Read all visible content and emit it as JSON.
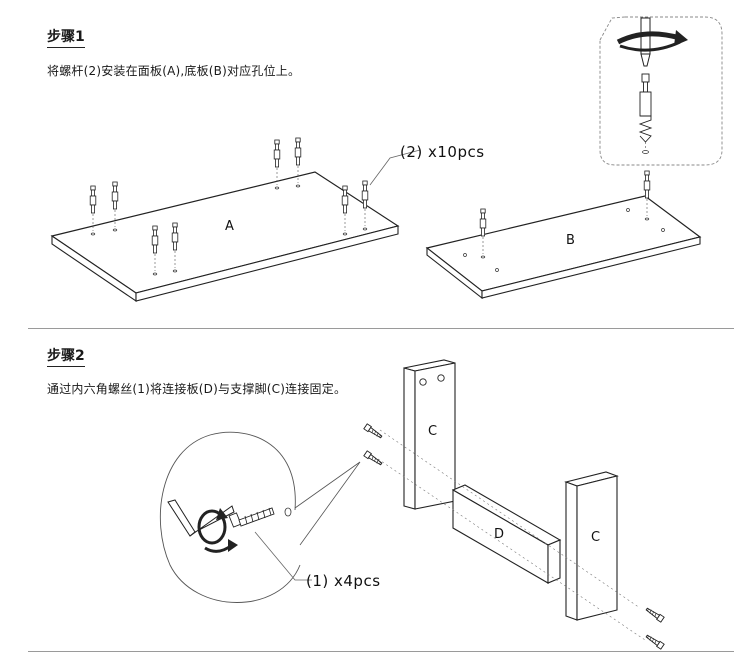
{
  "step1": {
    "title": "步骤1",
    "instruction": "将螺杆(2)安装在面板(A),底板(B)对应孔位上。",
    "panel_a_label": "A",
    "panel_b_label": "B",
    "bolt_callout": "(2) x10pcs"
  },
  "step2": {
    "title": "步骤2",
    "instruction": "通过内六角螺丝(1)将连接板(D)与支撑脚(C)连接固定。",
    "leg_left_label": "C",
    "leg_right_label": "C",
    "connector_label": "D",
    "screw_callout": "(1) x4pcs"
  }
}
